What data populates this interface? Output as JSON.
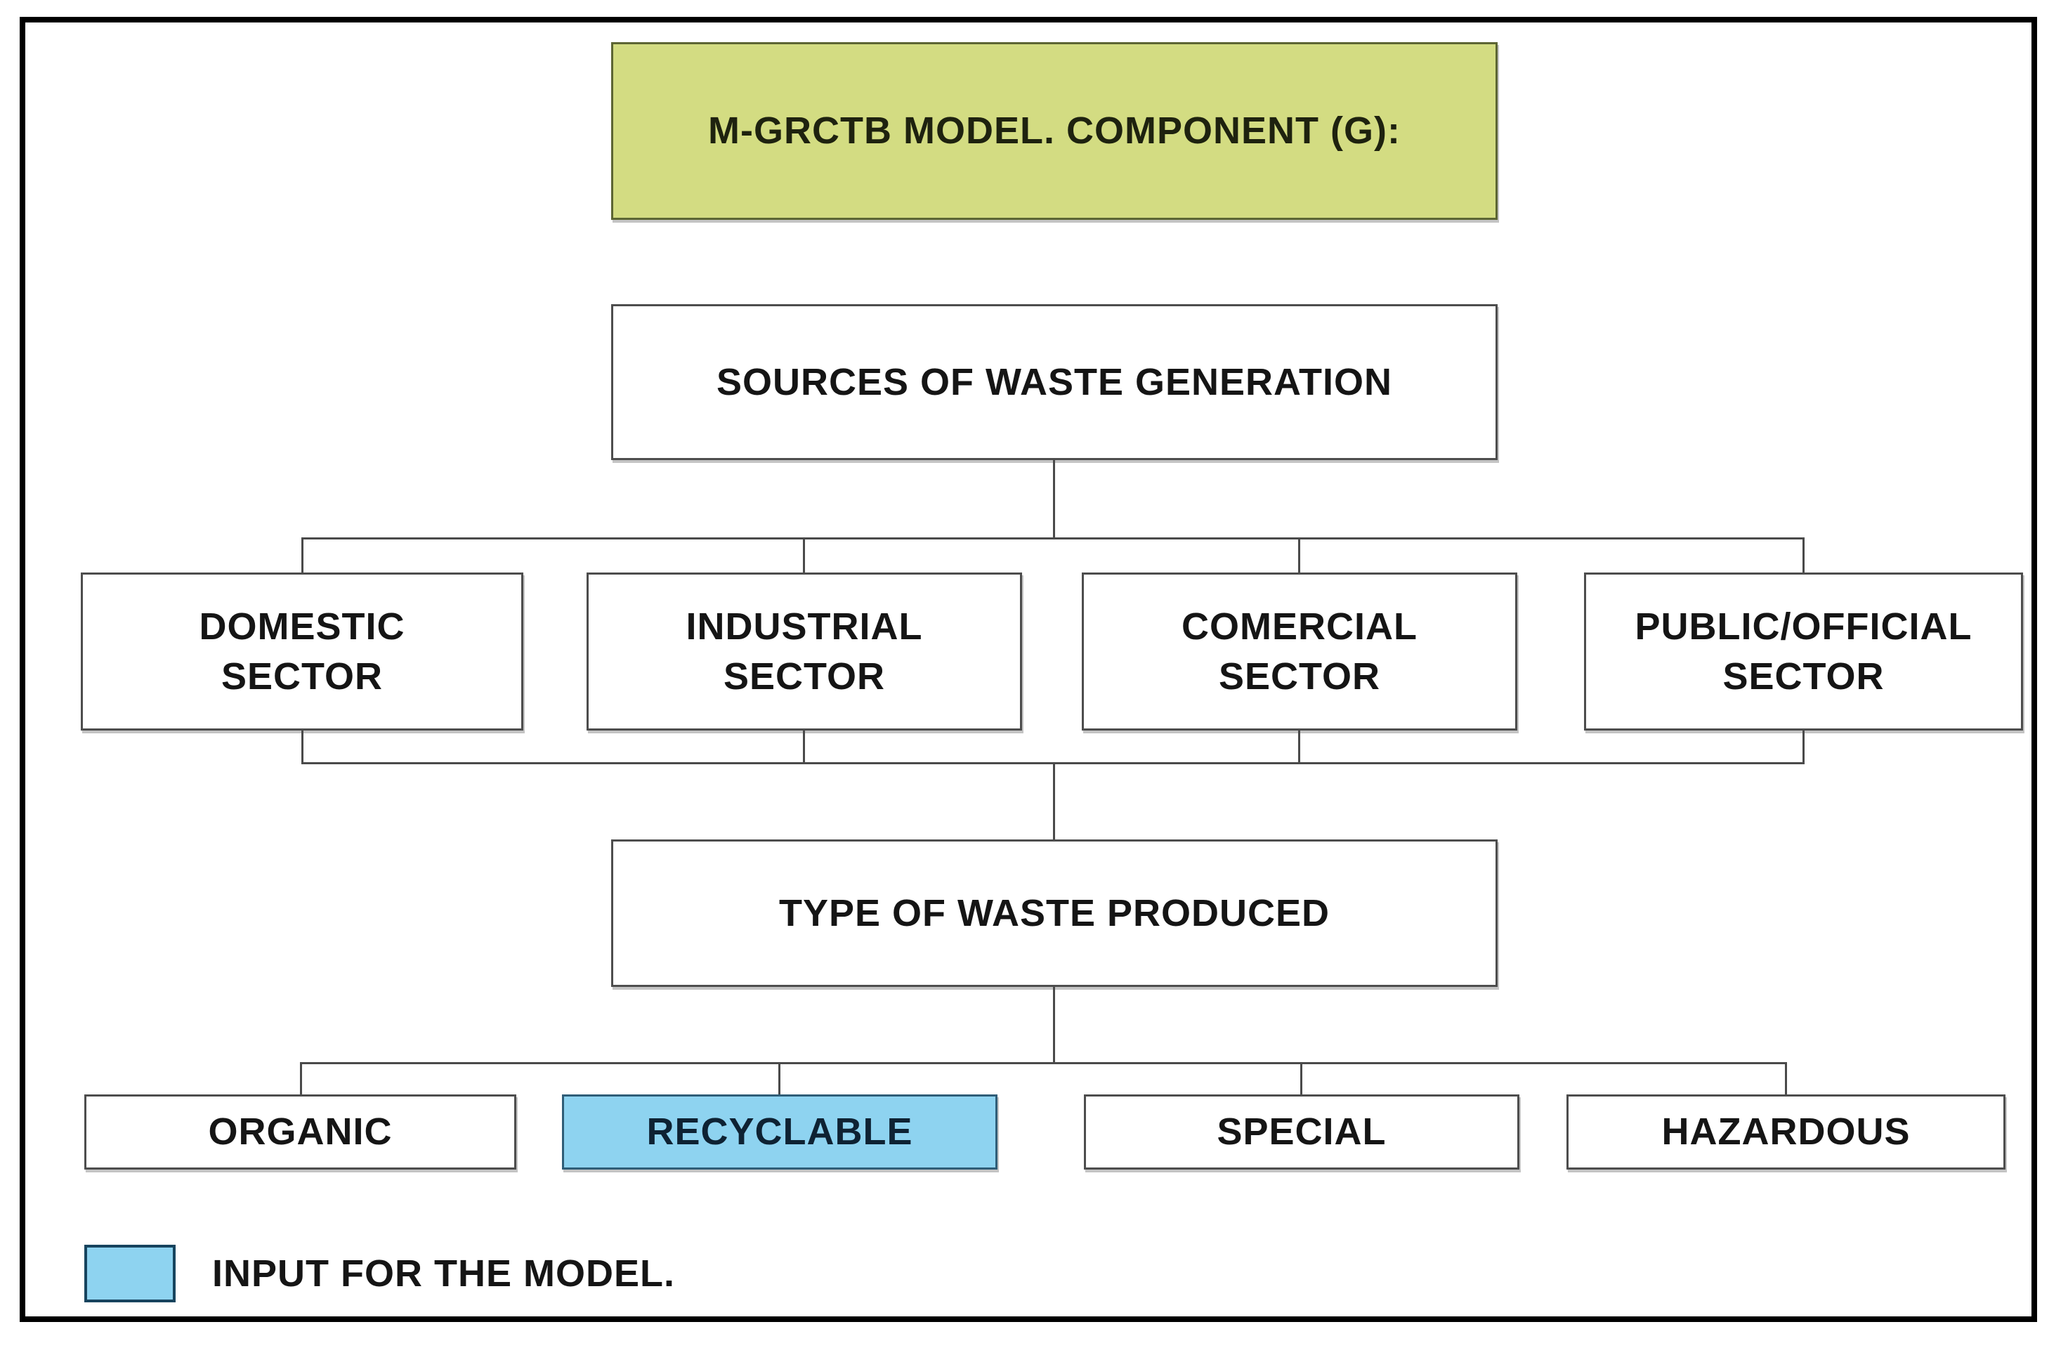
{
  "diagram": {
    "title_box": {
      "label": "M-GRCTB MODEL. COMPONENT (G):"
    },
    "sources_box": {
      "label": "SOURCES OF WASTE GENERATION"
    },
    "sectors": [
      {
        "line1": "DOMESTIC",
        "line2": "SECTOR"
      },
      {
        "line1": "INDUSTRIAL",
        "line2": "SECTOR"
      },
      {
        "line1": "COMERCIAL",
        "line2": "SECTOR"
      },
      {
        "line1": "PUBLIC/OFFICIAL",
        "line2": "SECTOR"
      }
    ],
    "type_box": {
      "label": "TYPE OF WASTE PRODUCED"
    },
    "waste_types": [
      {
        "label": "ORGANIC",
        "highlighted": false
      },
      {
        "label": "RECYCLABLE",
        "highlighted": true
      },
      {
        "label": "SPECIAL",
        "highlighted": false
      },
      {
        "label": "HAZARDOUS",
        "highlighted": false
      }
    ],
    "legend": {
      "label": "INPUT FOR THE MODEL."
    },
    "colors": {
      "title_green": "#d3dc82",
      "highlight_blue": "#8ed3f0",
      "box_border": "#4d4d4d",
      "connector_line": "#4a4a4a",
      "frame_black": "#000000"
    }
  }
}
